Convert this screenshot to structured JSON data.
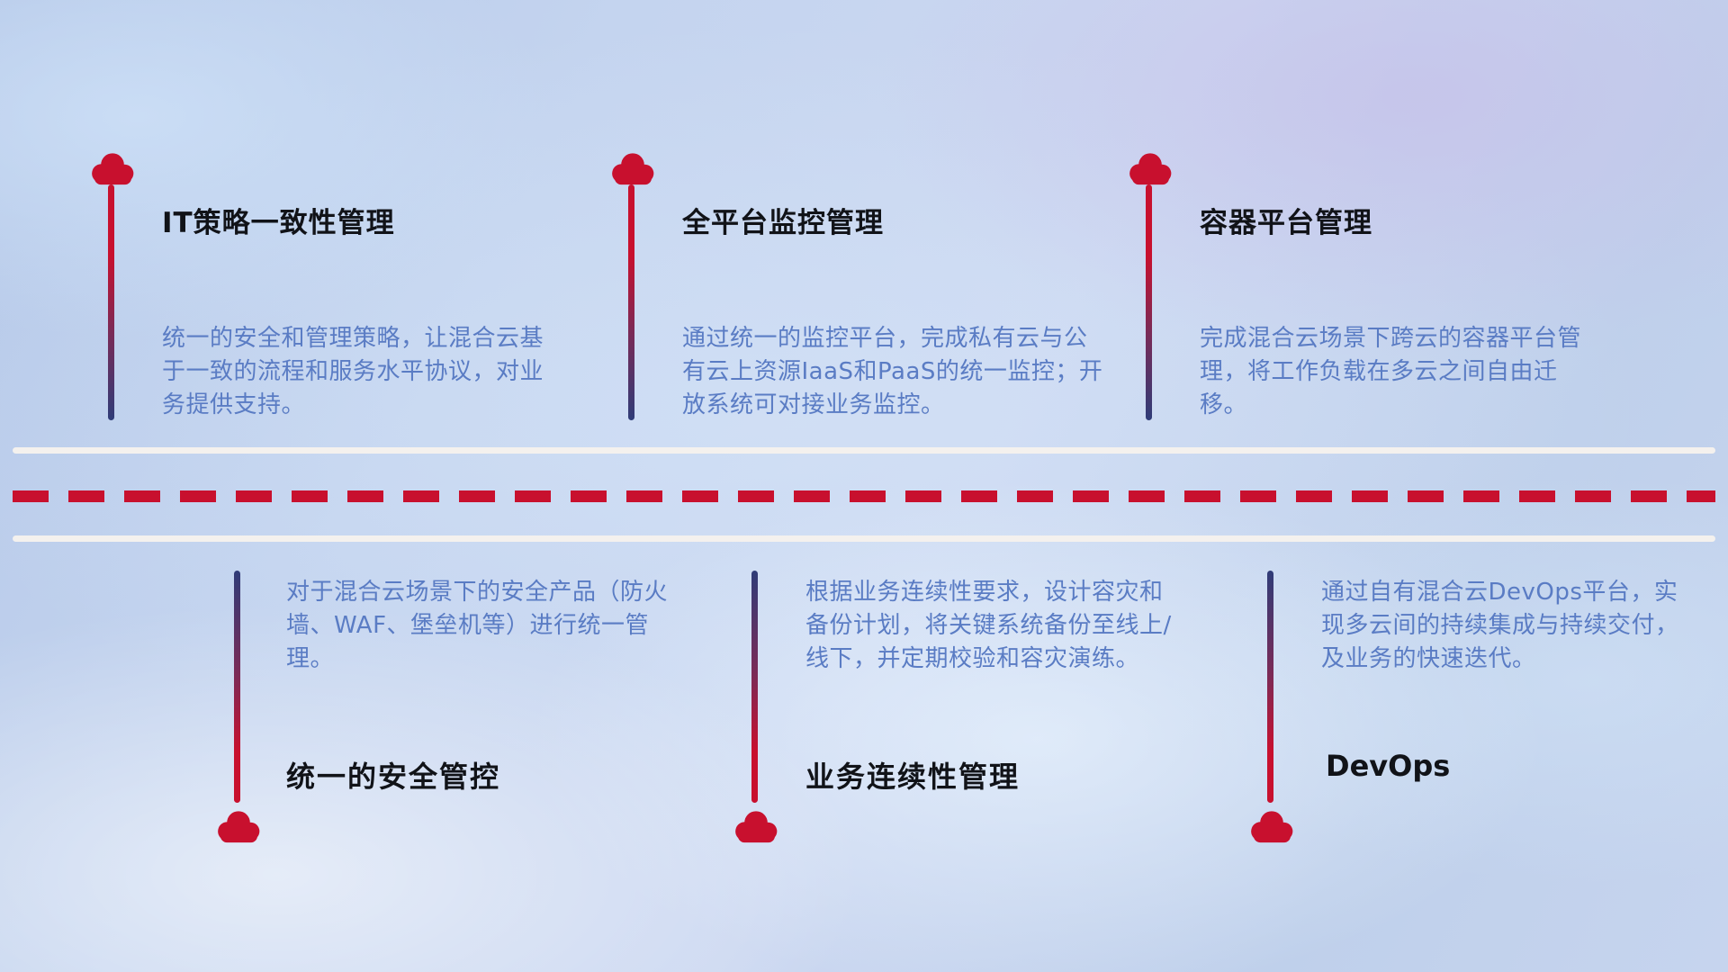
{
  "colors": {
    "accent_red": "#c8102e",
    "line_navy": "#2f3c78",
    "body_text": "#5a7cc4",
    "divider_white": "#f4f1ee",
    "title_text": "#111318"
  },
  "top_items": [
    {
      "title": "IT策略一致性管理",
      "description": "统一的安全和管理策略，让混合云基于一致的流程和服务水平协议，对业务提供支持。"
    },
    {
      "title": "全平台监控管理",
      "description": "通过统一的监控平台，完成私有云与公有云上资源IaaS和PaaS的统一监控；开放系统可对接业务监控。"
    },
    {
      "title": "容器平台管理",
      "description": "完成混合云场景下跨云的容器平台管理，将工作负载在多云之间自由迁移。"
    }
  ],
  "bottom_items": [
    {
      "title": "统一的安全管控",
      "description": "对于混合云场景下的安全产品（防火墙、WAF、堡垒机等）进行统一管理。"
    },
    {
      "title": "业务连续性管理",
      "description": "根据业务连续性要求，设计容灾和备份计划，将关键系统备份至线上/线下，并定期校验和容灾演练。"
    },
    {
      "title": "DevOps",
      "description": "通过自有混合云DevOps平台，实现多云间的持续集成与持续交付，及业务的快速迭代。"
    }
  ]
}
